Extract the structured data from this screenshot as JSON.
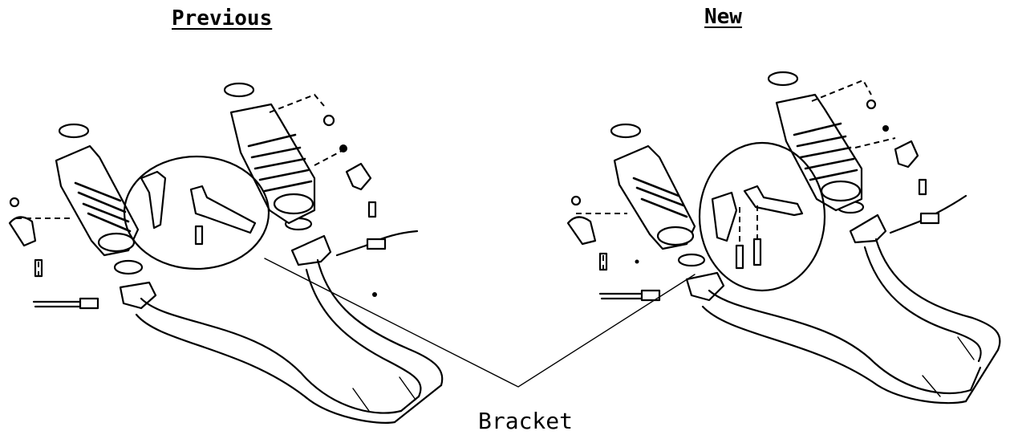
{
  "labels": {
    "previous": "Previous",
    "new": "New",
    "bracket": "Bracket"
  }
}
